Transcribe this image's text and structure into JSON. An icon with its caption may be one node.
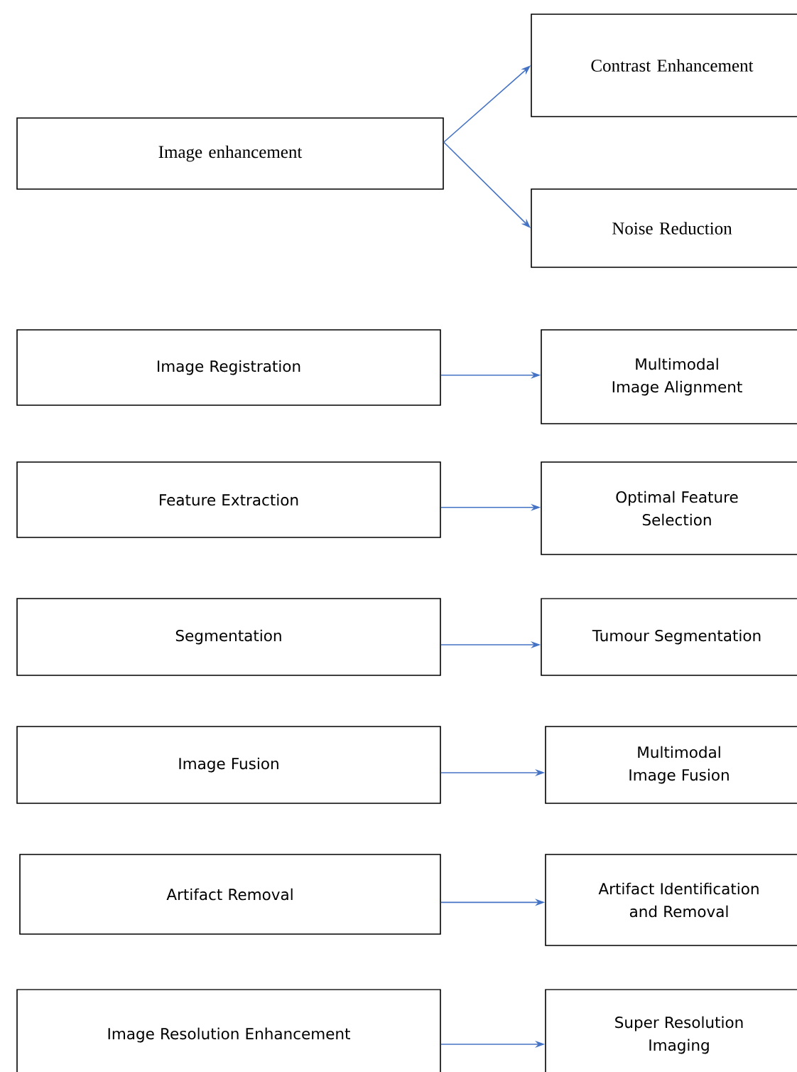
{
  "diagram": {
    "nodes": [
      {
        "text": [
          "Image enhancement"
        ]
      },
      {
        "text": [
          "Contrast Enhancement"
        ]
      },
      {
        "text": [
          "Noise Reduction"
        ]
      },
      {
        "text": [
          "Image Registration"
        ]
      },
      {
        "text": [
          "Multimodal Image Alignment"
        ]
      },
      {
        "text": [
          "Feature Extraction"
        ]
      },
      {
        "text": [
          "Optimal Feature Selection"
        ]
      },
      {
        "text": [
          "Segmentation"
        ]
      },
      {
        "text": [
          "Tumour Segmentation"
        ]
      },
      {
        "text": [
          "Image Fusion"
        ]
      },
      {
        "text": [
          "Multimodal Image Fusion"
        ]
      },
      {
        "text": [
          "Artifact Removal"
        ]
      },
      {
        "text": [
          "Artifact Identification and Removal"
        ]
      },
      {
        "text": [
          "Image Resolution Enhancement"
        ]
      },
      {
        "text": [
          "Super Resolution Imaging"
        ]
      }
    ],
    "edges": [
      {
        "from": 0,
        "to": 1,
        "arrow": "to"
      },
      {
        "from": 0,
        "to": 2,
        "arrow": "to"
      },
      {
        "from": 3,
        "to": 4,
        "arrow": "to"
      },
      {
        "from": 5,
        "to": 6,
        "arrow": "to"
      },
      {
        "from": 7,
        "to": 8,
        "arrow": "to"
      },
      {
        "from": 9,
        "to": 10,
        "arrow": "to"
      },
      {
        "from": 11,
        "to": 12,
        "arrow": "to"
      },
      {
        "from": 13,
        "to": 14,
        "arrow": "to"
      }
    ]
  }
}
